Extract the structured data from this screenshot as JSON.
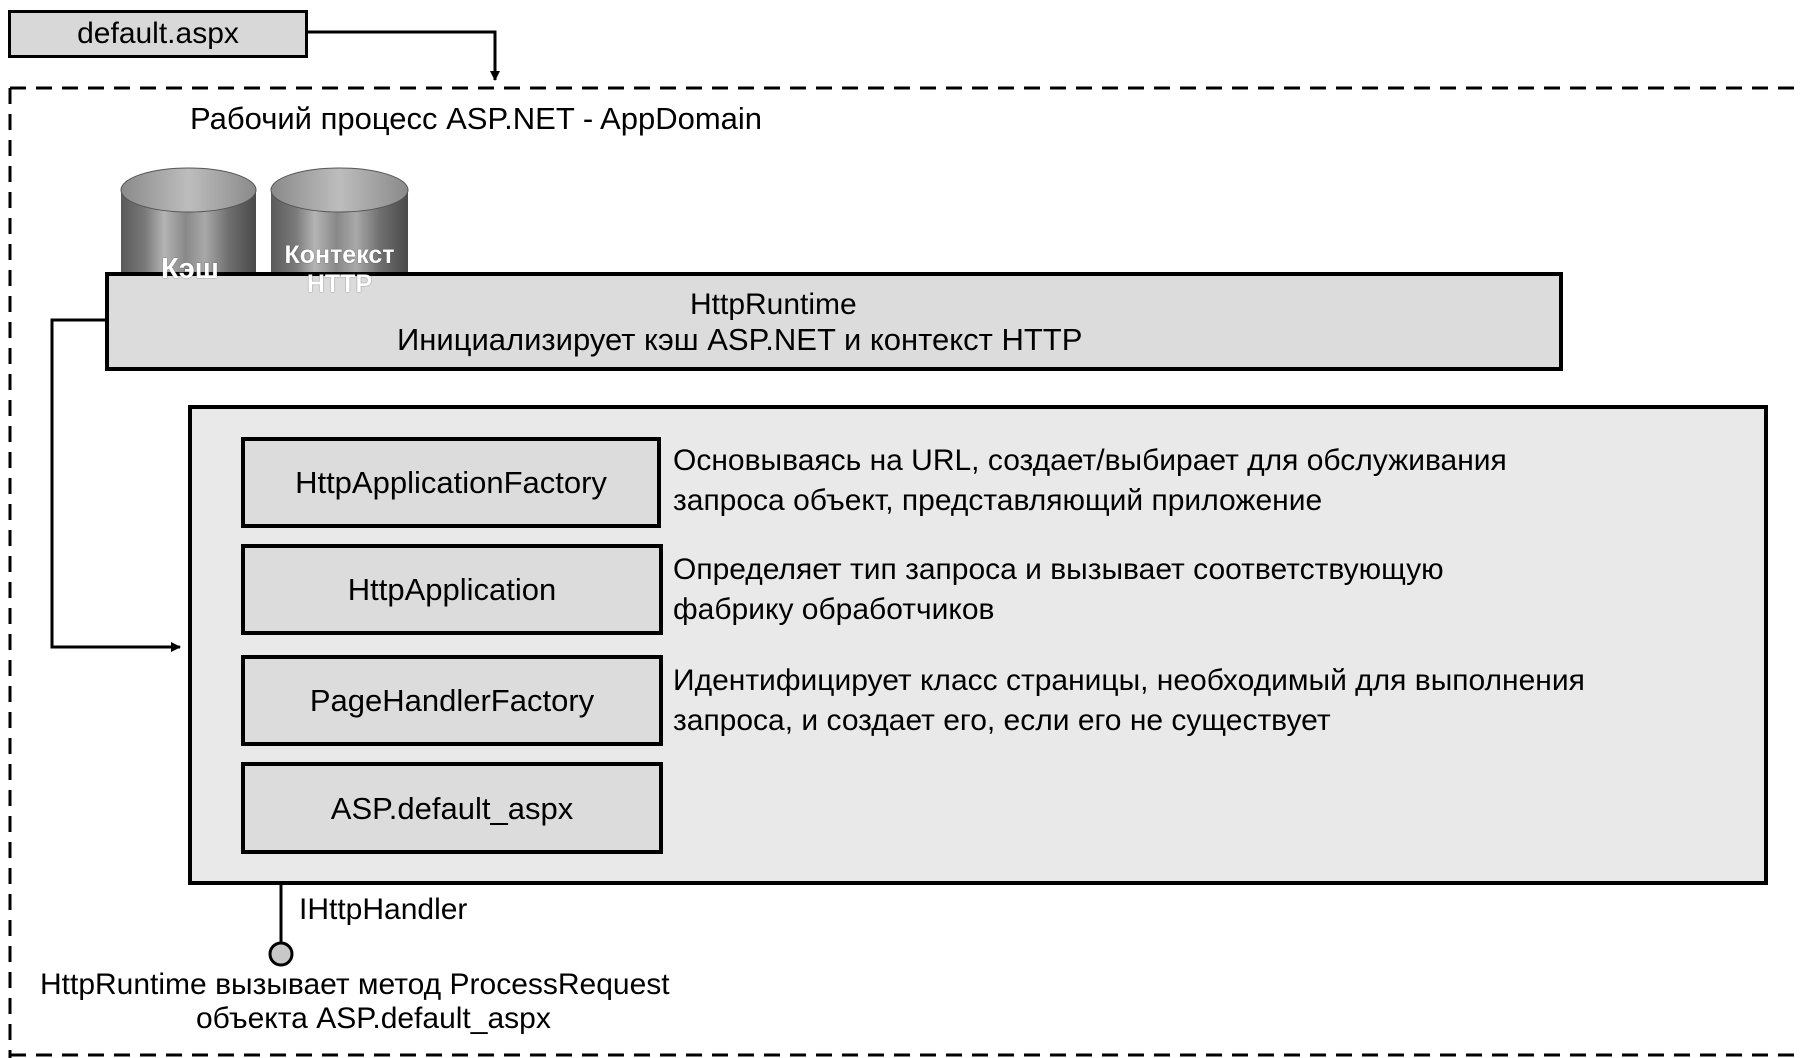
{
  "source_file": "default.aspx",
  "appdomain_title": "Рабочий процесс ASP.NET - AppDomain",
  "caches": [
    {
      "label": "Кэш"
    },
    {
      "label_line1": "Контекст",
      "label_line2": "HTTP"
    }
  ],
  "runtime": {
    "title": "HttpRuntime",
    "description": "Инициализирует кэш ASP.NET и контекст HTTP"
  },
  "pipeline": [
    {
      "name": "HttpApplicationFactory",
      "desc_line1": "Основываясь на URL, создает/выбирает для обслуживания",
      "desc_line2": "запроса объект, представляющий приложение"
    },
    {
      "name": "HttpApplication",
      "desc_line1": "Определяет тип запроса и вызывает соответствующую",
      "desc_line2": "фабрику обработчиков"
    },
    {
      "name": "PageHandlerFactory",
      "desc_line1": "Идентифицирует класс страницы, необходимый для выполнения",
      "desc_line2": "запроса, и создает его, если его не существует"
    },
    {
      "name": "ASP.default_aspx"
    }
  ],
  "interface_label": "IHttpHandler",
  "footer": {
    "line1": "HttpRuntime вызывает метод ProcessRequest",
    "line2": "объекта ASP.default_aspx"
  }
}
